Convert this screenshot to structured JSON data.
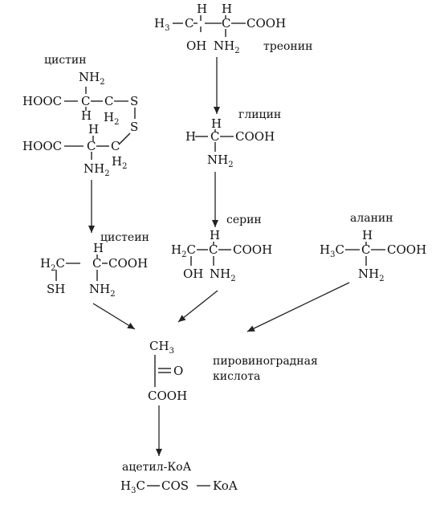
{
  "labels": {
    "threonine": "треонин",
    "cystine": "цистин",
    "glycine": "глицин",
    "serine": "серин",
    "alanine": "аланин",
    "cysteine": "цистеин",
    "pyruvic_acid_line1": "пировиноградная",
    "pyruvic_acid_line2": "кислота",
    "acetyl_coa": "ацетил-КоА"
  },
  "atoms": {
    "H": "H",
    "C": "C",
    "H3C": "H",
    "H2C": "H",
    "CH3": "CH",
    "HOOC": "HOOC",
    "COOH": "COOH",
    "OH": "OH",
    "NH": "NH",
    "SH": "SH",
    "S": "S",
    "O": "O",
    "COS": "COS",
    "KoA": "KoA",
    "sub2": "2",
    "sub3": "3"
  }
}
